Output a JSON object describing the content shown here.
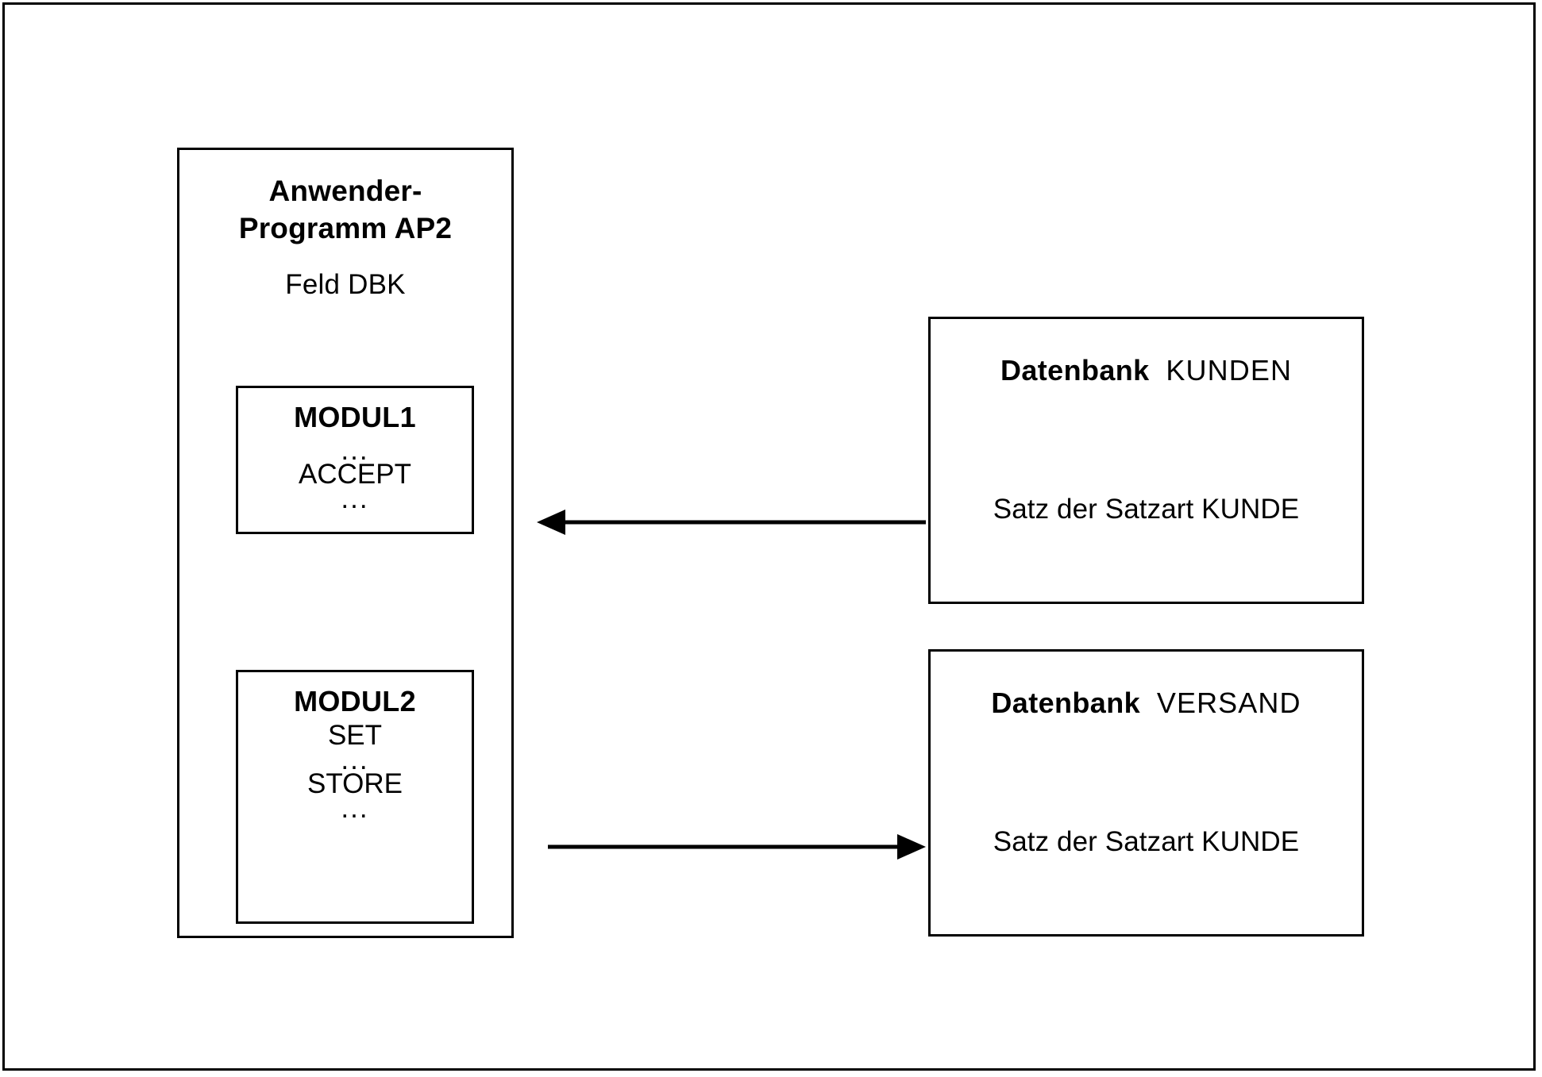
{
  "diagram": {
    "application_program": {
      "title_lines": [
        "Anwender-",
        "Programm AP2"
      ],
      "title_text": "Anwender-Programm AP2",
      "field_label": "Feld DBK",
      "modules": [
        {
          "name": "MODUL1",
          "lines": [
            "...",
            "ACCEPT",
            "..."
          ]
        },
        {
          "name": "MODUL2",
          "lines": [
            "SET",
            "...",
            "STORE",
            "..."
          ]
        }
      ]
    },
    "databases": [
      {
        "prefix": "Datenbank",
        "name": "KUNDEN",
        "record": "Satz der Satzart KUNDE"
      },
      {
        "prefix": "Datenbank",
        "name": "VERSAND",
        "record": "Satz der Satzart KUNDE"
      }
    ],
    "arrows": [
      {
        "id": "read-arrow",
        "direction": "left",
        "from": "Datenbank KUNDEN",
        "to": "MODUL1 ACCEPT"
      },
      {
        "id": "write-arrow",
        "direction": "right",
        "from": "MODUL2 STORE",
        "to": "Datenbank VERSAND"
      }
    ],
    "colors": {
      "stroke": "#000000",
      "background": "#ffffff"
    }
  }
}
